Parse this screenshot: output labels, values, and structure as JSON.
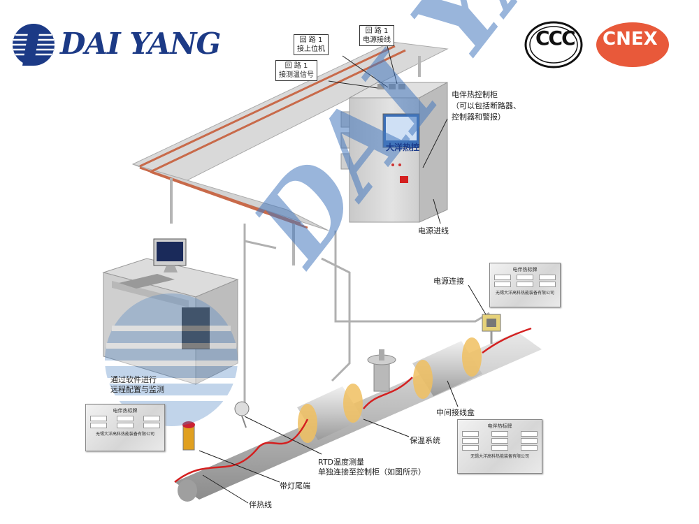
{
  "logo": {
    "text": "DAI YANG"
  },
  "certifications": {
    "ccc": "CCC",
    "cnex": "CNEX"
  },
  "watermark": {
    "text": "DAI YANG"
  },
  "cabinet": {
    "screen_label": "大洋热控"
  },
  "callouts": {
    "loop_power": [
      "回 路 1",
      "电源接线"
    ],
    "loop_upper": [
      "回 路 1",
      "接上位机"
    ],
    "loop_temp": [
      "回 路 1",
      "接测温信号"
    ]
  },
  "labels": {
    "cabinet_desc": [
      "电伴热控制柜",
      "（可以包括断路器、",
      "控制器和警报）"
    ],
    "power_in": "电源进线",
    "power_connect": "电源连接",
    "software": [
      "通过软件进行",
      "远程配置与监测"
    ],
    "junction_box": "中间接线盒",
    "insulation": "保温系统",
    "rtd": [
      "RTD温度测量",
      "单独连接至控制柜（如图所示）"
    ],
    "end_light": "带灯尾端",
    "heating_cable": "伴热线"
  },
  "nameplate": {
    "title": "电伴热标牌",
    "company": "无锡大洋高科热能装备有限公司"
  }
}
